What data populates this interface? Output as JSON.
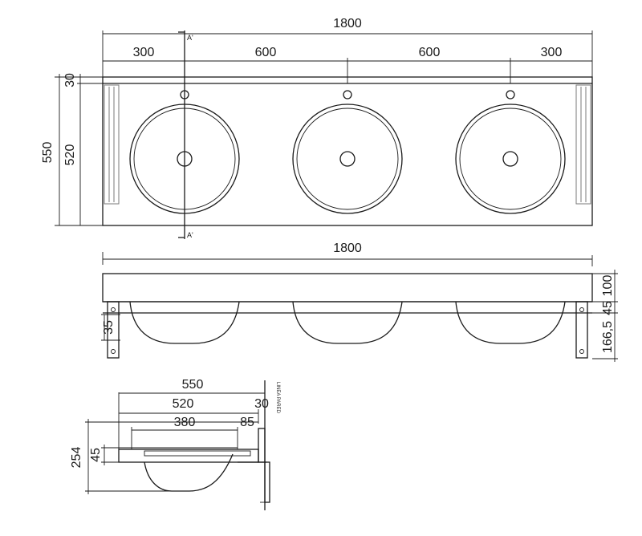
{
  "top_view": {
    "total_width": "1800",
    "segments": [
      "300",
      "600",
      "600",
      "300"
    ],
    "total_depth": "550",
    "inner_depth": "520",
    "top_thickness": "30",
    "section_start": "A'",
    "section_end": "A'"
  },
  "front_view": {
    "total_width": "1800",
    "top_height": "100",
    "gap_height": "45",
    "bowl_height": "166,5",
    "bracket_offset": "35"
  },
  "side_view": {
    "total_depth": "550",
    "inner_depth": "520",
    "edge": "30",
    "bowl_width": "380",
    "offset": "85",
    "total_height": "254",
    "top_height": "45",
    "wall_note": "LINEA PARED"
  }
}
